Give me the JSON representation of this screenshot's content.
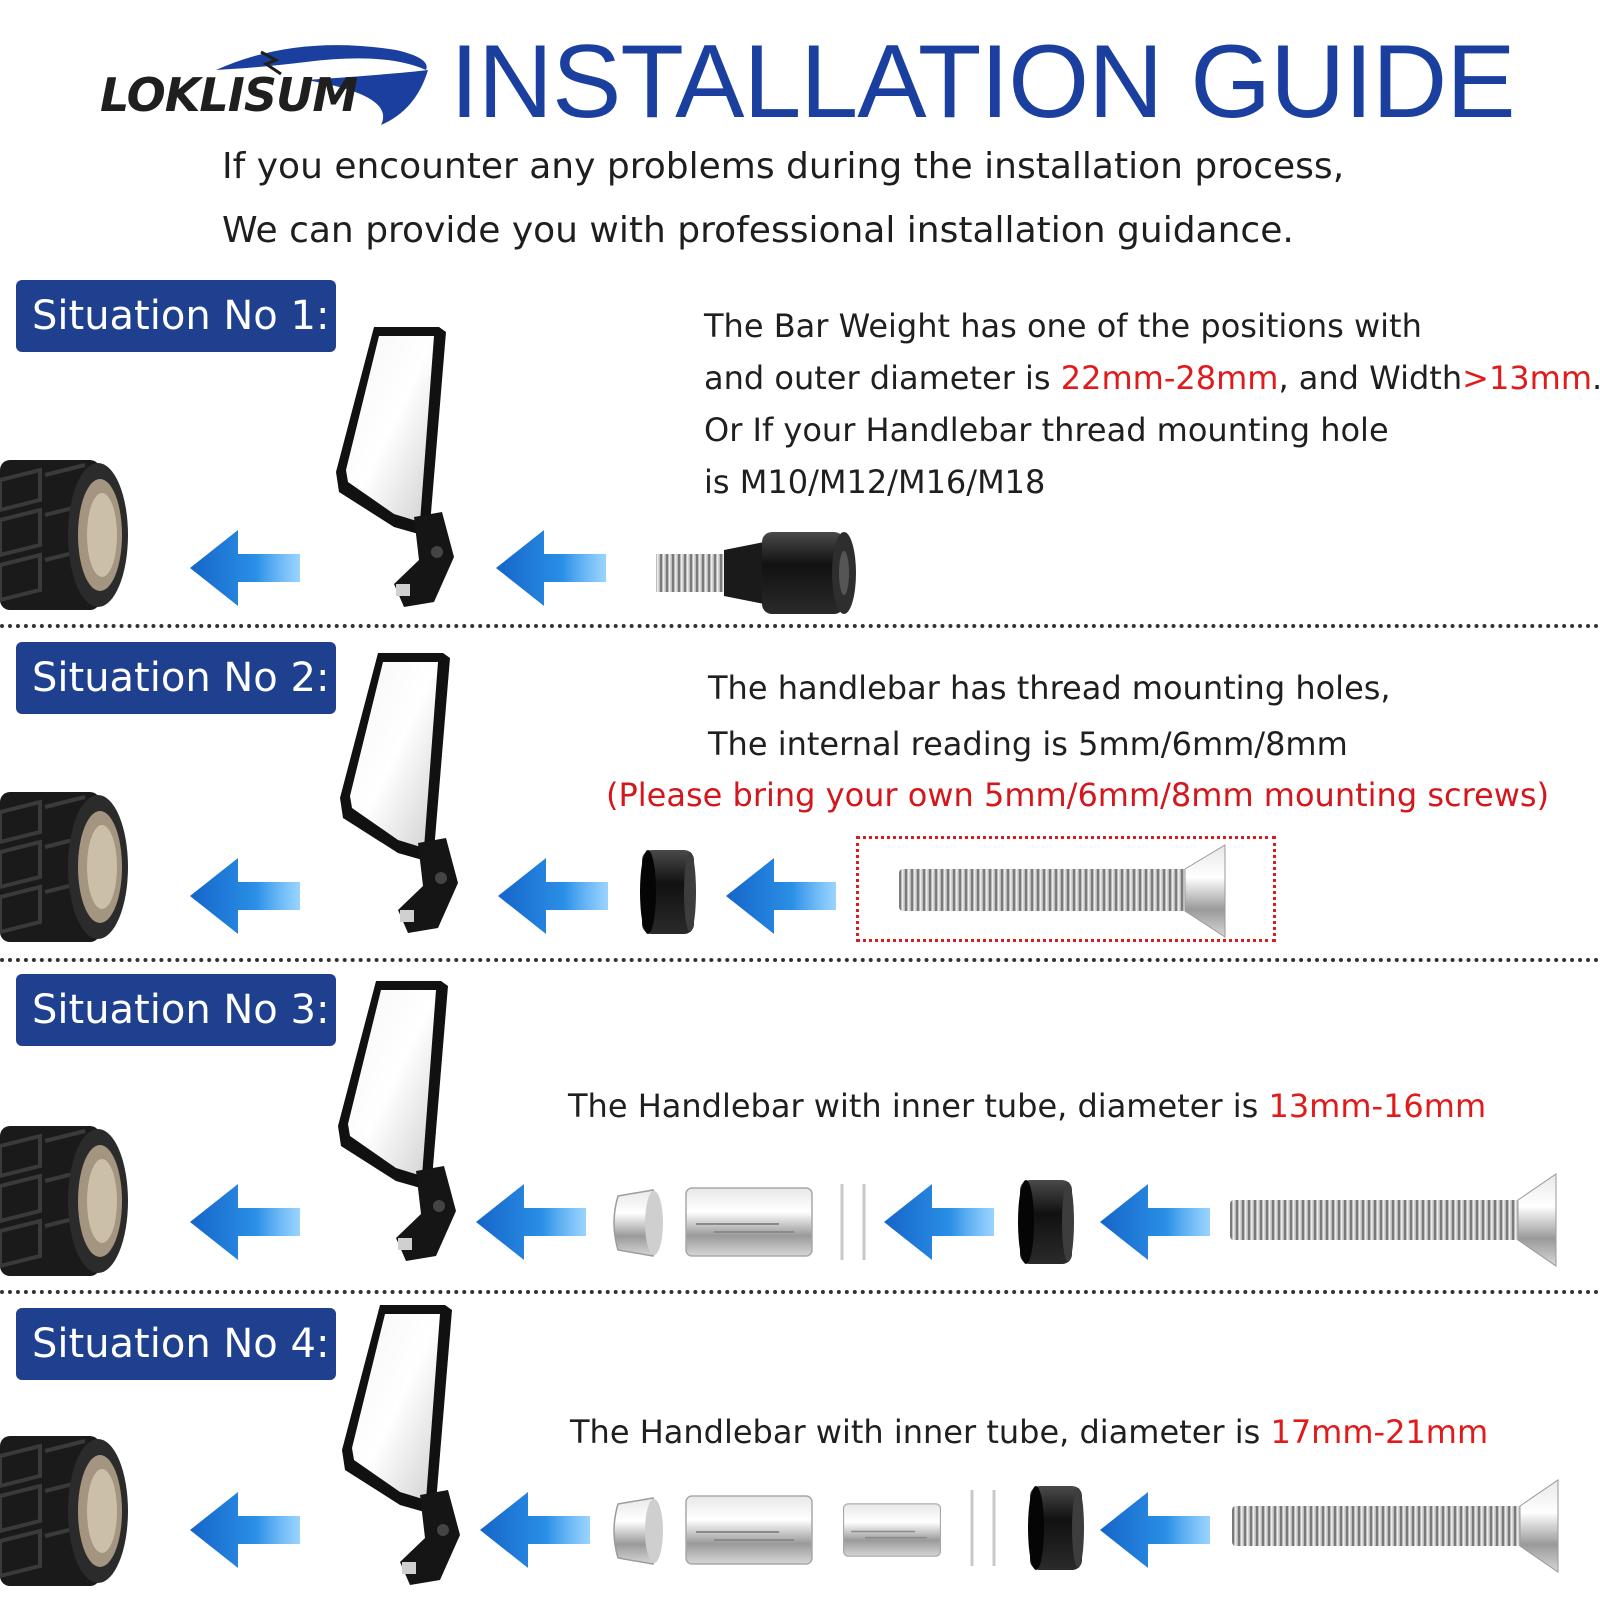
{
  "header": {
    "logo_text": "LOKLISUM",
    "title": "INSTALLATION GUIDE",
    "subtitle_line1": "If you encounter any problems during the installation process,",
    "subtitle_line2": "We can provide you with professional installation guidance."
  },
  "colors": {
    "brand_blue": "#1a3f9e",
    "badge_blue": "#1f3f8f",
    "highlight_red": "#e01b1b",
    "arrow_blue": "#1f86e0"
  },
  "situations": [
    {
      "label": "Situation No 1:",
      "line1": "The Bar Weight has one of the positions with",
      "line2_a": "and outer diameter is ",
      "line2_red1": "22mm-28mm",
      "line2_b": ", and Width",
      "line2_red2": ">13mm",
      "line2_c": ".",
      "line3": "Or If your Handlebar thread mounting hole",
      "line4": "is M10/M12/M16/M18"
    },
    {
      "label": "Situation No 2:",
      "line1": "The handlebar has thread mounting holes,",
      "line2": "The internal reading is 5mm/6mm/8mm",
      "warning": "(Please bring your own 5mm/6mm/8mm mounting screws)"
    },
    {
      "label": "Situation No 3:",
      "text": "The Handlebar with inner tube, diameter is ",
      "text_red": "13mm-16mm"
    },
    {
      "label": "Situation No 4:",
      "text": "The Handlebar with inner tube, diameter is ",
      "text_red": "17mm-21mm"
    }
  ],
  "icons": [
    "handlebar-grip-icon",
    "bar-end-mirror-icon",
    "blue-arrow-left-icon",
    "bar-weight-adapter-icon",
    "rubber-spacer-icon",
    "countersunk-screw-icon",
    "expansion-plug-icon",
    "expansion-sleeve-icon"
  ]
}
